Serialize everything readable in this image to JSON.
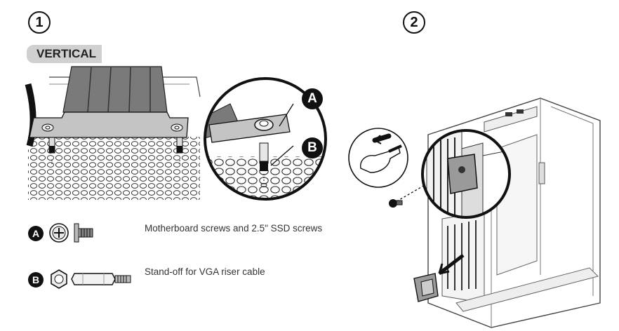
{
  "steps": [
    {
      "number": "1",
      "tag": "VERTICAL"
    },
    {
      "number": "2"
    }
  ],
  "callouts": {
    "a": "A",
    "b": "B"
  },
  "legend": [
    {
      "marker": "A",
      "description": "Motherboard screws and 2.5\" SSD screws"
    },
    {
      "marker": "B",
      "description": "Stand-off for VGA riser cable"
    }
  ],
  "colors": {
    "line": "#111111",
    "metal": "#bdbdbd",
    "ribbon": "#7a7a7a",
    "tag_bg": "#d0d0d0"
  }
}
